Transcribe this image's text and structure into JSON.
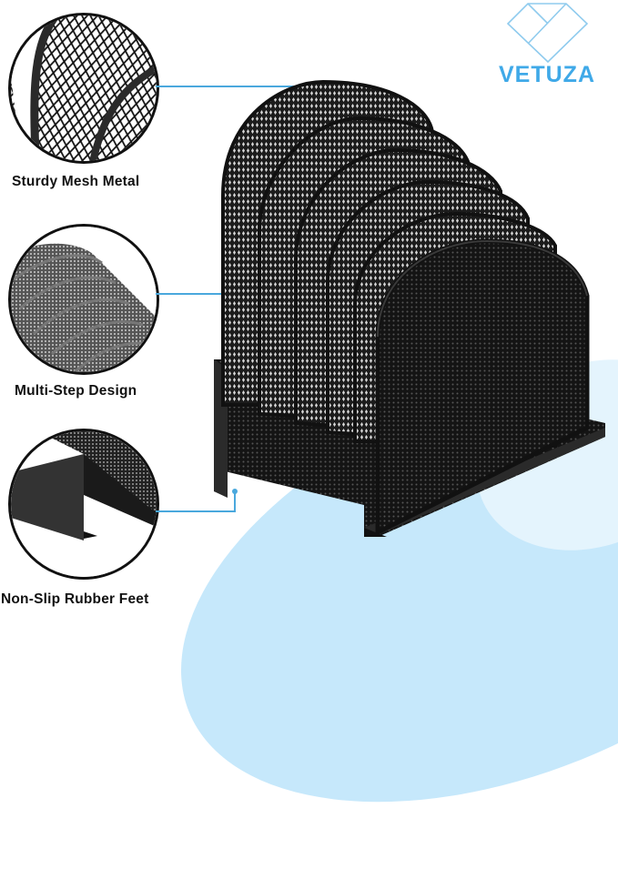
{
  "brand": {
    "name": "VETUZA",
    "logo_icon": "diamond-heart-icon",
    "color": "#3fa9e8"
  },
  "features": [
    {
      "label": "Sturdy Mesh Metal",
      "icon": "mesh-closeup-image"
    },
    {
      "label": "Multi-Step Design",
      "icon": "tiered-sections-closeup-image"
    },
    {
      "label": "Non-Slip Rubber Feet",
      "icon": "base-feet-closeup-image"
    }
  ],
  "product": {
    "name": "mesh file organizer",
    "sections": 6,
    "color": "#111111"
  },
  "colors": {
    "accent": "#4aa8dd",
    "background_blob": "#c6e8fb",
    "text": "#111111"
  }
}
